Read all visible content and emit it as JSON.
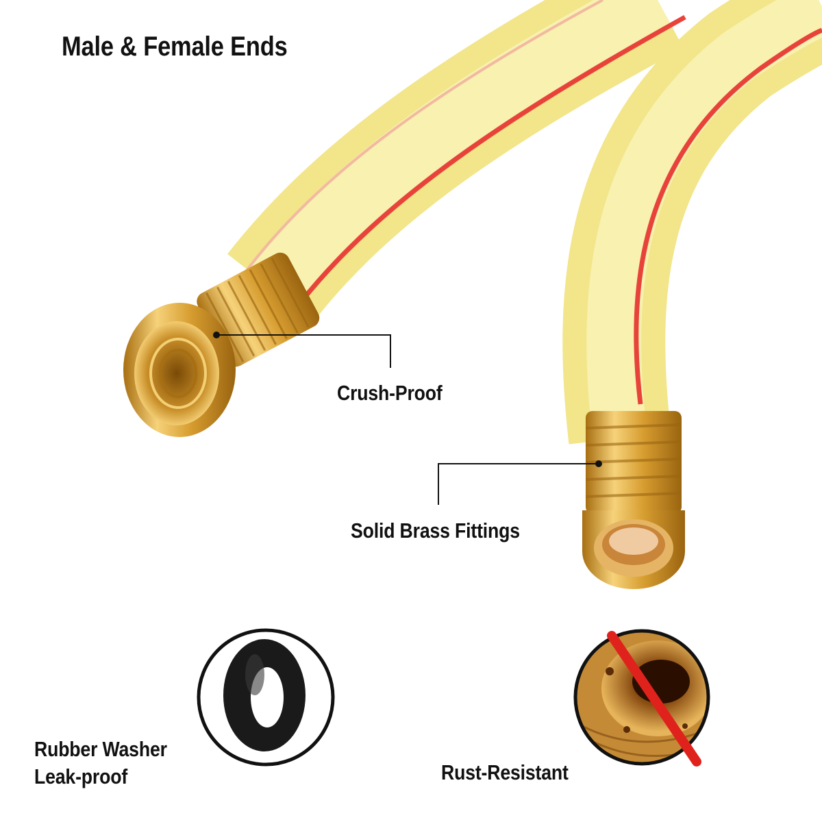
{
  "title": "Male & Female Ends",
  "callouts": {
    "crush_proof": "Crush-Proof",
    "solid_brass": "Solid Brass Fittings",
    "washer_line1": "Rubber Washer",
    "washer_line2": "Leak-proof",
    "rust_resistant": "Rust-Resistant"
  },
  "colors": {
    "hose_yellow": "#f7ef9a",
    "hose_stripe": "#e8433a",
    "brass": "#d9a53c",
    "washer": "#111111",
    "prohibited_slash": "#e0221c"
  }
}
